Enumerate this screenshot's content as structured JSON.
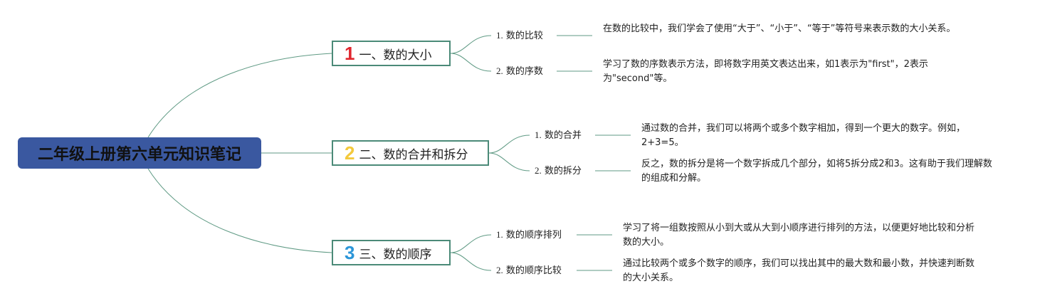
{
  "root": {
    "title": "二年级上册第六单元知识笔记"
  },
  "topics": [
    {
      "number": "1",
      "number_color": "#e0262e",
      "label": "一、数的大小",
      "subtopics": [
        {
          "index": "1.",
          "label": "数的比较",
          "note": "在数的比较中，我们学会了使用“大于”、“小于”、“等于”等符号来表示数的大小关系。"
        },
        {
          "index": "2.",
          "label": "数的序数",
          "note": "学习了数的序数表示方法，即将数字用英文表达出来，如1表示为\"first\"，2表示为\"second\"等。"
        }
      ]
    },
    {
      "number": "2",
      "number_color": "#f3c93c",
      "label": "二、数的合并和拆分",
      "subtopics": [
        {
          "index": "1.",
          "label": "数的合并",
          "note": "通过数的合并，我们可以将两个或多个数字相加，得到一个更大的数字。例如，2+3=5。"
        },
        {
          "index": "2.",
          "label": "数的拆分",
          "note": "反之，数的拆分是将一个数字拆成几个部分，如将5拆分成2和3。这有助于我们理解数的组成和分解。"
        }
      ]
    },
    {
      "number": "3",
      "number_color": "#2c96d8",
      "label": "三、数的顺序",
      "subtopics": [
        {
          "index": "1.",
          "label": "数的顺序排列",
          "note": "学习了将一组数按照从小到大或从大到小顺序进行排列的方法，以便更好地比较和分析数的大小。"
        },
        {
          "index": "2.",
          "label": "数的顺序比较",
          "note": "通过比较两个或多个数字的顺序，我们可以找出其中的最大数和最小数，并快速判断数的大小关系。"
        }
      ]
    }
  ],
  "colors": {
    "root_bg": "#3a58a0",
    "line": "#5f9a84",
    "topic_border": "#4b8a78"
  }
}
